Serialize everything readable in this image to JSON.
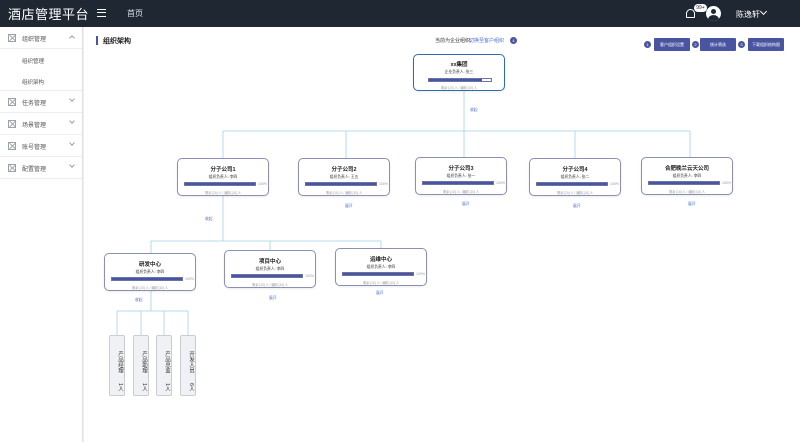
{
  "header": {
    "brand": "酒店管理平台",
    "home": "首页",
    "badge": "99+",
    "username": "陈逸轩"
  },
  "sidebar": {
    "items": [
      {
        "label": "组织管理",
        "expanded": true,
        "children": [
          "组织管理",
          "组织架构"
        ]
      },
      {
        "label": "任务管理"
      },
      {
        "label": "场景管理"
      },
      {
        "label": "账号管理"
      },
      {
        "label": "配置管理"
      }
    ]
  },
  "main": {
    "title": "组织架构",
    "hint": "当前为企业组织,",
    "switch_link": "切换至客户组织",
    "step_4": "4",
    "buttons": [
      {
        "step": "1",
        "label": "客户组织设置"
      },
      {
        "step": "2",
        "label": "统计筛选"
      },
      {
        "step": "3",
        "label": "下载组织结构图"
      }
    ]
  },
  "org": {
    "root": {
      "name": "xx集团",
      "head": "企业负责人: 张三",
      "progress": 0.85,
      "sub": "剩余 [10] 人 / 编制 [10] 人",
      "toggle": "收起"
    },
    "companies": [
      {
        "name": "分子公司1",
        "head": "组织负责人: 李四",
        "progress": 1.0,
        "pct": "100%",
        "sub": "剩余 [10] 人 / 编制 [10] 人",
        "toggle": "收起"
      },
      {
        "name": "分子公司2",
        "head": "组织负责人: 王五",
        "progress": 1.0,
        "pct": "100%",
        "sub": "剩余 [10] 人 / 编制 [10] 人",
        "toggle": "展开"
      },
      {
        "name": "分子公司3",
        "head": "组织负责人: 张一",
        "progress": 1.0,
        "pct": "100%",
        "sub": "剩余 [10] 人 / 编制 [10] 人",
        "toggle": "展开"
      },
      {
        "name": "分子公司4",
        "head": "组织负责人: 张二",
        "progress": 1.0,
        "pct": "100%",
        "sub": "剩余 [10] 人 / 编制 [10] 人",
        "toggle": "展开"
      },
      {
        "name": "合肥晚兰云天公司",
        "head": "组织负责人: 李四",
        "progress": 1.0,
        "pct": "100%",
        "sub": "剩余 [10] 人 / 编制 [10] 人",
        "toggle": "展开"
      }
    ],
    "centers": [
      {
        "name": "研发中心",
        "head": "组织负责人: 李四",
        "progress": 1.0,
        "pct": "100%",
        "sub": "剩余 [10] 人 / 编制 [10] 人",
        "toggle": "收起"
      },
      {
        "name": "项目中心",
        "head": "组织负责人: 李四",
        "progress": 1.0,
        "pct": "100%",
        "sub": "剩余 [10] 人 / 编制 [10] 人",
        "toggle": "展开"
      },
      {
        "name": "运维中心",
        "head": "组织负责人: 李四",
        "progress": 1.0,
        "pct": "100%",
        "sub": "剩余 [10] 人 / 编制 [10] 人",
        "toggle": "展开"
      }
    ],
    "positions": [
      {
        "name": "产品经理",
        "count": "1人"
      },
      {
        "name": "产品助理",
        "count": "1人"
      },
      {
        "name": "产品总监",
        "count": "1人"
      },
      {
        "name": "开发人员",
        "count": "6人"
      }
    ]
  }
}
